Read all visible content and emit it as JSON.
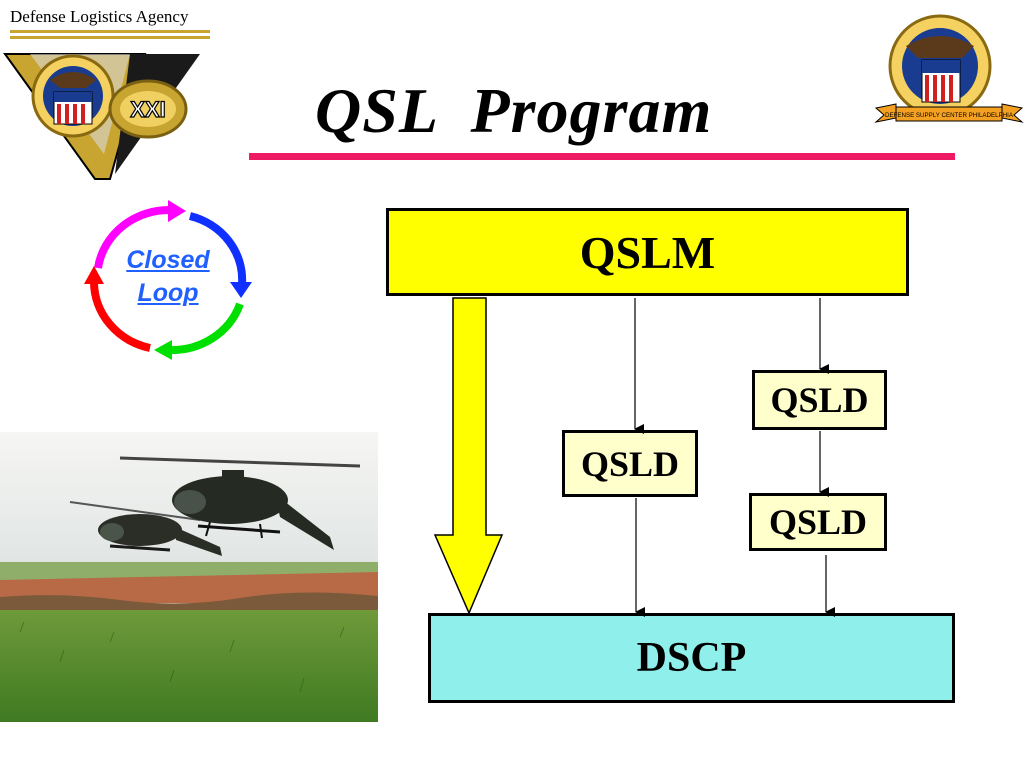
{
  "header": {
    "agency_name": "Defense Logistics Agency",
    "title": "QSL  Program",
    "logo_left_badge": "XXI",
    "logo_right_ribbon": "DEFENSE SUPPLY CENTER PHILADELPHIA",
    "rule_color": "#ee1a63"
  },
  "closed_loop": {
    "label_line1": "Closed",
    "label_line2": "Loop",
    "arrow_colors": [
      "#ff00ff",
      "#1030ff",
      "#00e000",
      "#ff0000"
    ]
  },
  "diagram": {
    "top_node": "QSLM",
    "bottom_node": "DSCP",
    "middle_nodes": [
      "QSLD",
      "QSLD",
      "QSLD"
    ],
    "colors": {
      "top": "#ffff00",
      "bottom": "#8fefea",
      "middle": "#ffffcc",
      "big_arrow": "#ffff00"
    }
  },
  "photo": {
    "subject": "helicopters-over-field"
  }
}
